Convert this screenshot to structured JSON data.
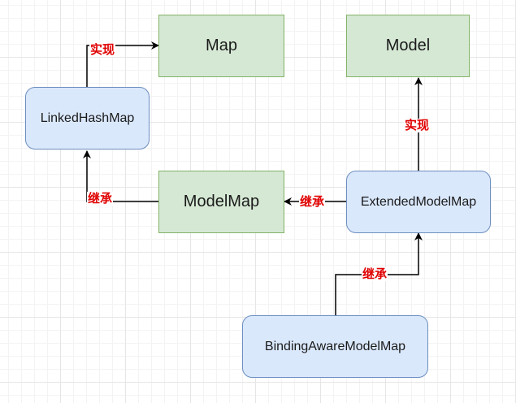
{
  "diagram": {
    "nodes": {
      "map": {
        "label": "Map",
        "fill": "#d5e8d4",
        "stroke": "#82b366"
      },
      "model": {
        "label": "Model",
        "fill": "#d5e8d4",
        "stroke": "#82b366"
      },
      "linked_hash_map": {
        "label": "LinkedHashMap",
        "fill": "#dae8fc",
        "stroke": "#6c8ebf"
      },
      "model_map": {
        "label": "ModelMap",
        "fill": "#d5e8d4",
        "stroke": "#82b366"
      },
      "extended_model_map": {
        "label": "ExtendedModelMap",
        "fill": "#dae8fc",
        "stroke": "#6c8ebf"
      },
      "binding_aware_model_map": {
        "label": "BindingAwareModelMap",
        "fill": "#dae8fc",
        "stroke": "#6c8ebf"
      }
    },
    "edges": {
      "linked_to_map": {
        "from": "LinkedHashMap",
        "to": "Map",
        "label": "实现"
      },
      "extended_to_model": {
        "from": "ExtendedModelMap",
        "to": "Model",
        "label": "实现"
      },
      "modelmap_to_linked": {
        "from": "ModelMap",
        "to": "LinkedHashMap",
        "label": "继承"
      },
      "extended_to_modelmap": {
        "from": "ExtendedModelMap",
        "to": "ModelMap",
        "label": "继承"
      },
      "binding_to_extended": {
        "from": "BindingAwareModelMap",
        "to": "ExtendedModelMap",
        "label": "继承"
      }
    },
    "colors": {
      "edge_label": "#e00000",
      "edge_line": "#000000",
      "grid": "#e6e6e6"
    }
  }
}
